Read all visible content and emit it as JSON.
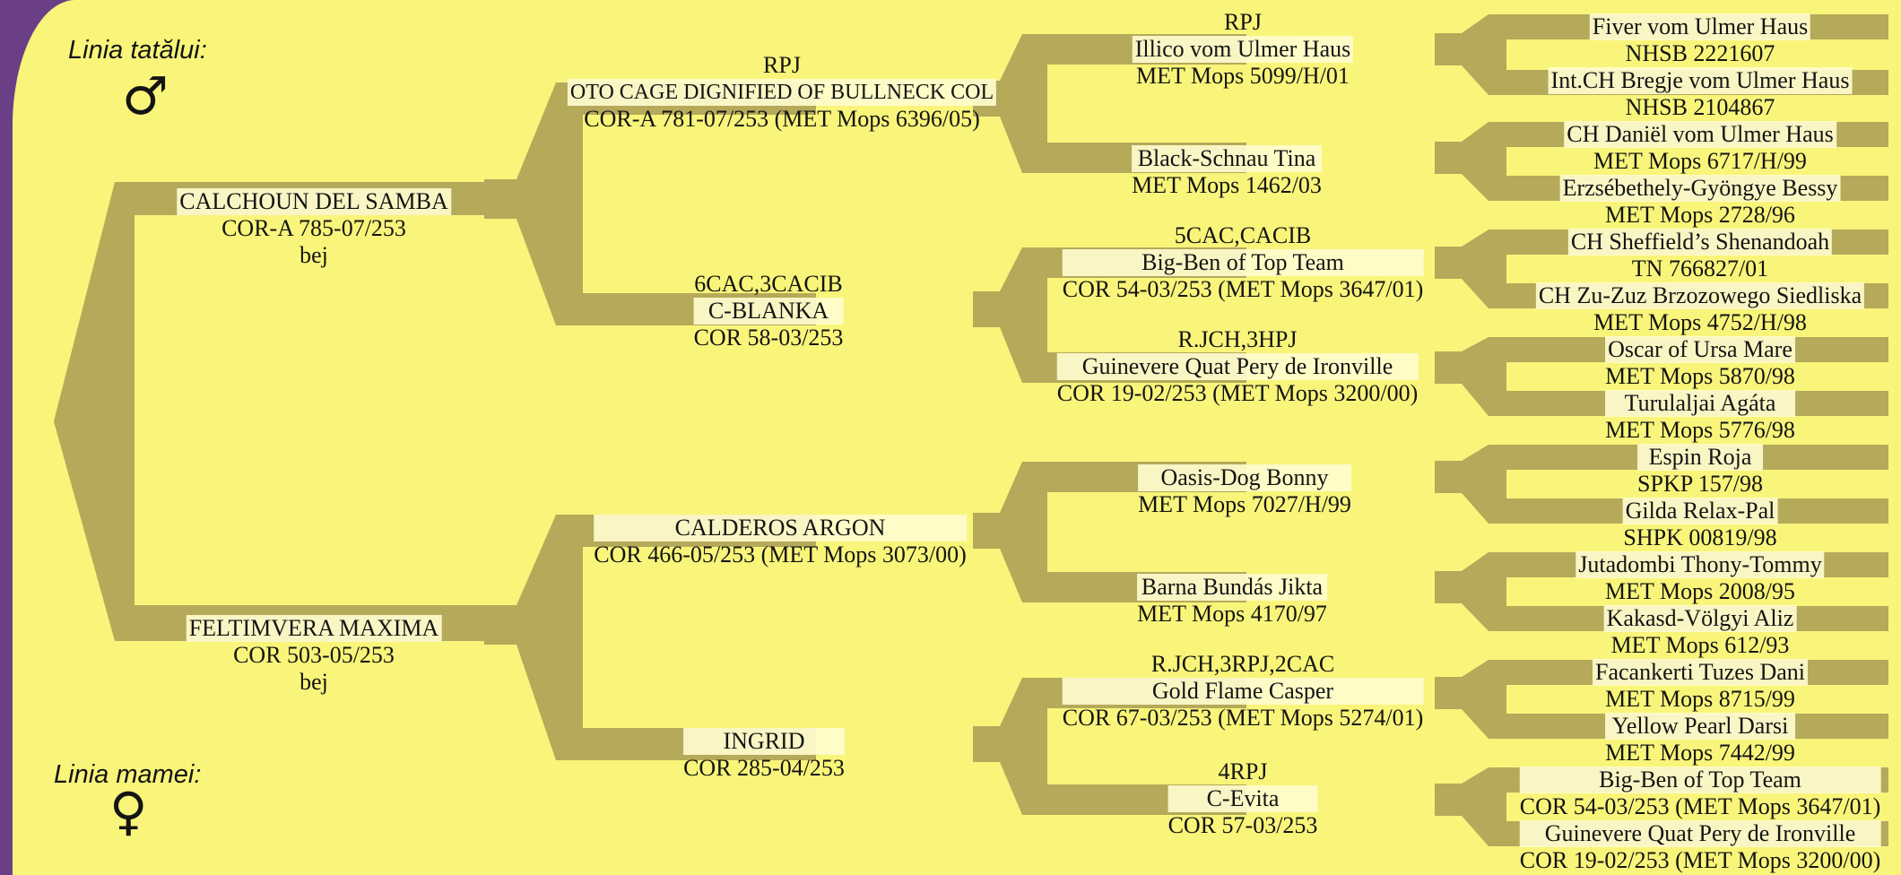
{
  "legend": {
    "father_line": "Linia tatălui:",
    "mother_line": "Linia mamei:",
    "male_icon": "male-symbol",
    "female_icon": "female-symbol"
  },
  "dog": {
    "sire": {
      "name": "CALCHOUN DEL SAMBA",
      "reg": "COR-A 785-07/253",
      "color": "bej"
    },
    "dam": {
      "name": "FELTIMVERA MAXIMA",
      "reg": "COR 503-05/253",
      "color": "bej"
    }
  },
  "gen2": [
    {
      "title": "RPJ",
      "name": "OTO CAGE DIGNIFIED OF BULLNECK COL",
      "reg": "COR-A 781-07/253 (MET Mops 6396/05)"
    },
    {
      "title": "6CAC,3CACIB",
      "name": "C-BLANKA",
      "reg": "COR 58-03/253"
    },
    {
      "title": "",
      "name": "CALDEROS ARGON",
      "reg": "COR 466-05/253 (MET Mops 3073/00)"
    },
    {
      "title": "",
      "name": "INGRID",
      "reg": "COR 285-04/253"
    }
  ],
  "gen3": [
    {
      "title": "RPJ",
      "name": "Illico vom Ulmer Haus",
      "reg": "MET Mops 5099/H/01"
    },
    {
      "title": "",
      "name": "Black-Schnau Tina",
      "reg": "MET Mops 1462/03"
    },
    {
      "title": "5CAC,CACIB",
      "name": "Big-Ben of Top Team",
      "reg": "COR 54-03/253 (MET Mops 3647/01)"
    },
    {
      "title": "R.JCH,3HPJ",
      "name": "Guinevere Quat Pery de Ironville",
      "reg": "COR 19-02/253 (MET Mops 3200/00)"
    },
    {
      "title": "",
      "name": "Oasis-Dog Bonny",
      "reg": "MET Mops 7027/H/99"
    },
    {
      "title": "",
      "name": "Barna Bundás Jikta",
      "reg": "MET Mops 4170/97"
    },
    {
      "title": "R.JCH,3RPJ,2CAC",
      "name": "Gold Flame Casper",
      "reg": "COR 67-03/253 (MET Mops 5274/01)"
    },
    {
      "title": "4RPJ",
      "name": "C-Evita",
      "reg": "COR 57-03/253"
    }
  ],
  "gen4": [
    {
      "name": "Fiver vom Ulmer Haus",
      "reg": "NHSB 2221607"
    },
    {
      "name": "Int.CH Bregje vom Ulmer Haus",
      "reg": "NHSB 2104867"
    },
    {
      "name": "CH Daniël vom Ulmer Haus",
      "reg": "MET Mops 6717/H/99"
    },
    {
      "name": "Erzsébethely-Gyöngye Bessy",
      "reg": "MET Mops 2728/96"
    },
    {
      "name": "CH Sheffield’s Shenandoah",
      "reg": "TN 766827/01"
    },
    {
      "name": "CH Zu-Zuz Brzozowego Siedliska",
      "reg": "MET Mops 4752/H/98"
    },
    {
      "name": "Oscar of Ursa Mare",
      "reg": "MET Mops 5870/98"
    },
    {
      "name": "Turulaljai Agáta",
      "reg": "MET Mops 5776/98"
    },
    {
      "name": "Espin Roja",
      "reg": "SPKP 157/98"
    },
    {
      "name": "Gilda Relax-Pal",
      "reg": "SHPK 00819/98"
    },
    {
      "name": "Jutadombi Thony-Tommy",
      "reg": "MET Mops 2008/95"
    },
    {
      "name": "Kakasd-Völgyi Aliz",
      "reg": "MET Mops 612/93"
    },
    {
      "name": "Facankerti Tuzes Dani",
      "reg": "MET Mops 8715/99"
    },
    {
      "name": "Yellow Pearl Darsi",
      "reg": "MET Mops 7442/99"
    },
    {
      "name": "Big-Ben of Top Team",
      "reg": "COR 54-03/253 (MET Mops 3647/01)"
    },
    {
      "name": "Guinevere Quat Pery de Ironville",
      "reg": "COR 19-02/253 (MET Mops 3200/00)"
    }
  ],
  "colors": {
    "paper": "#f8f57a",
    "branch": "#b5a95a",
    "border": "#6b3f86",
    "text": "#141414"
  }
}
